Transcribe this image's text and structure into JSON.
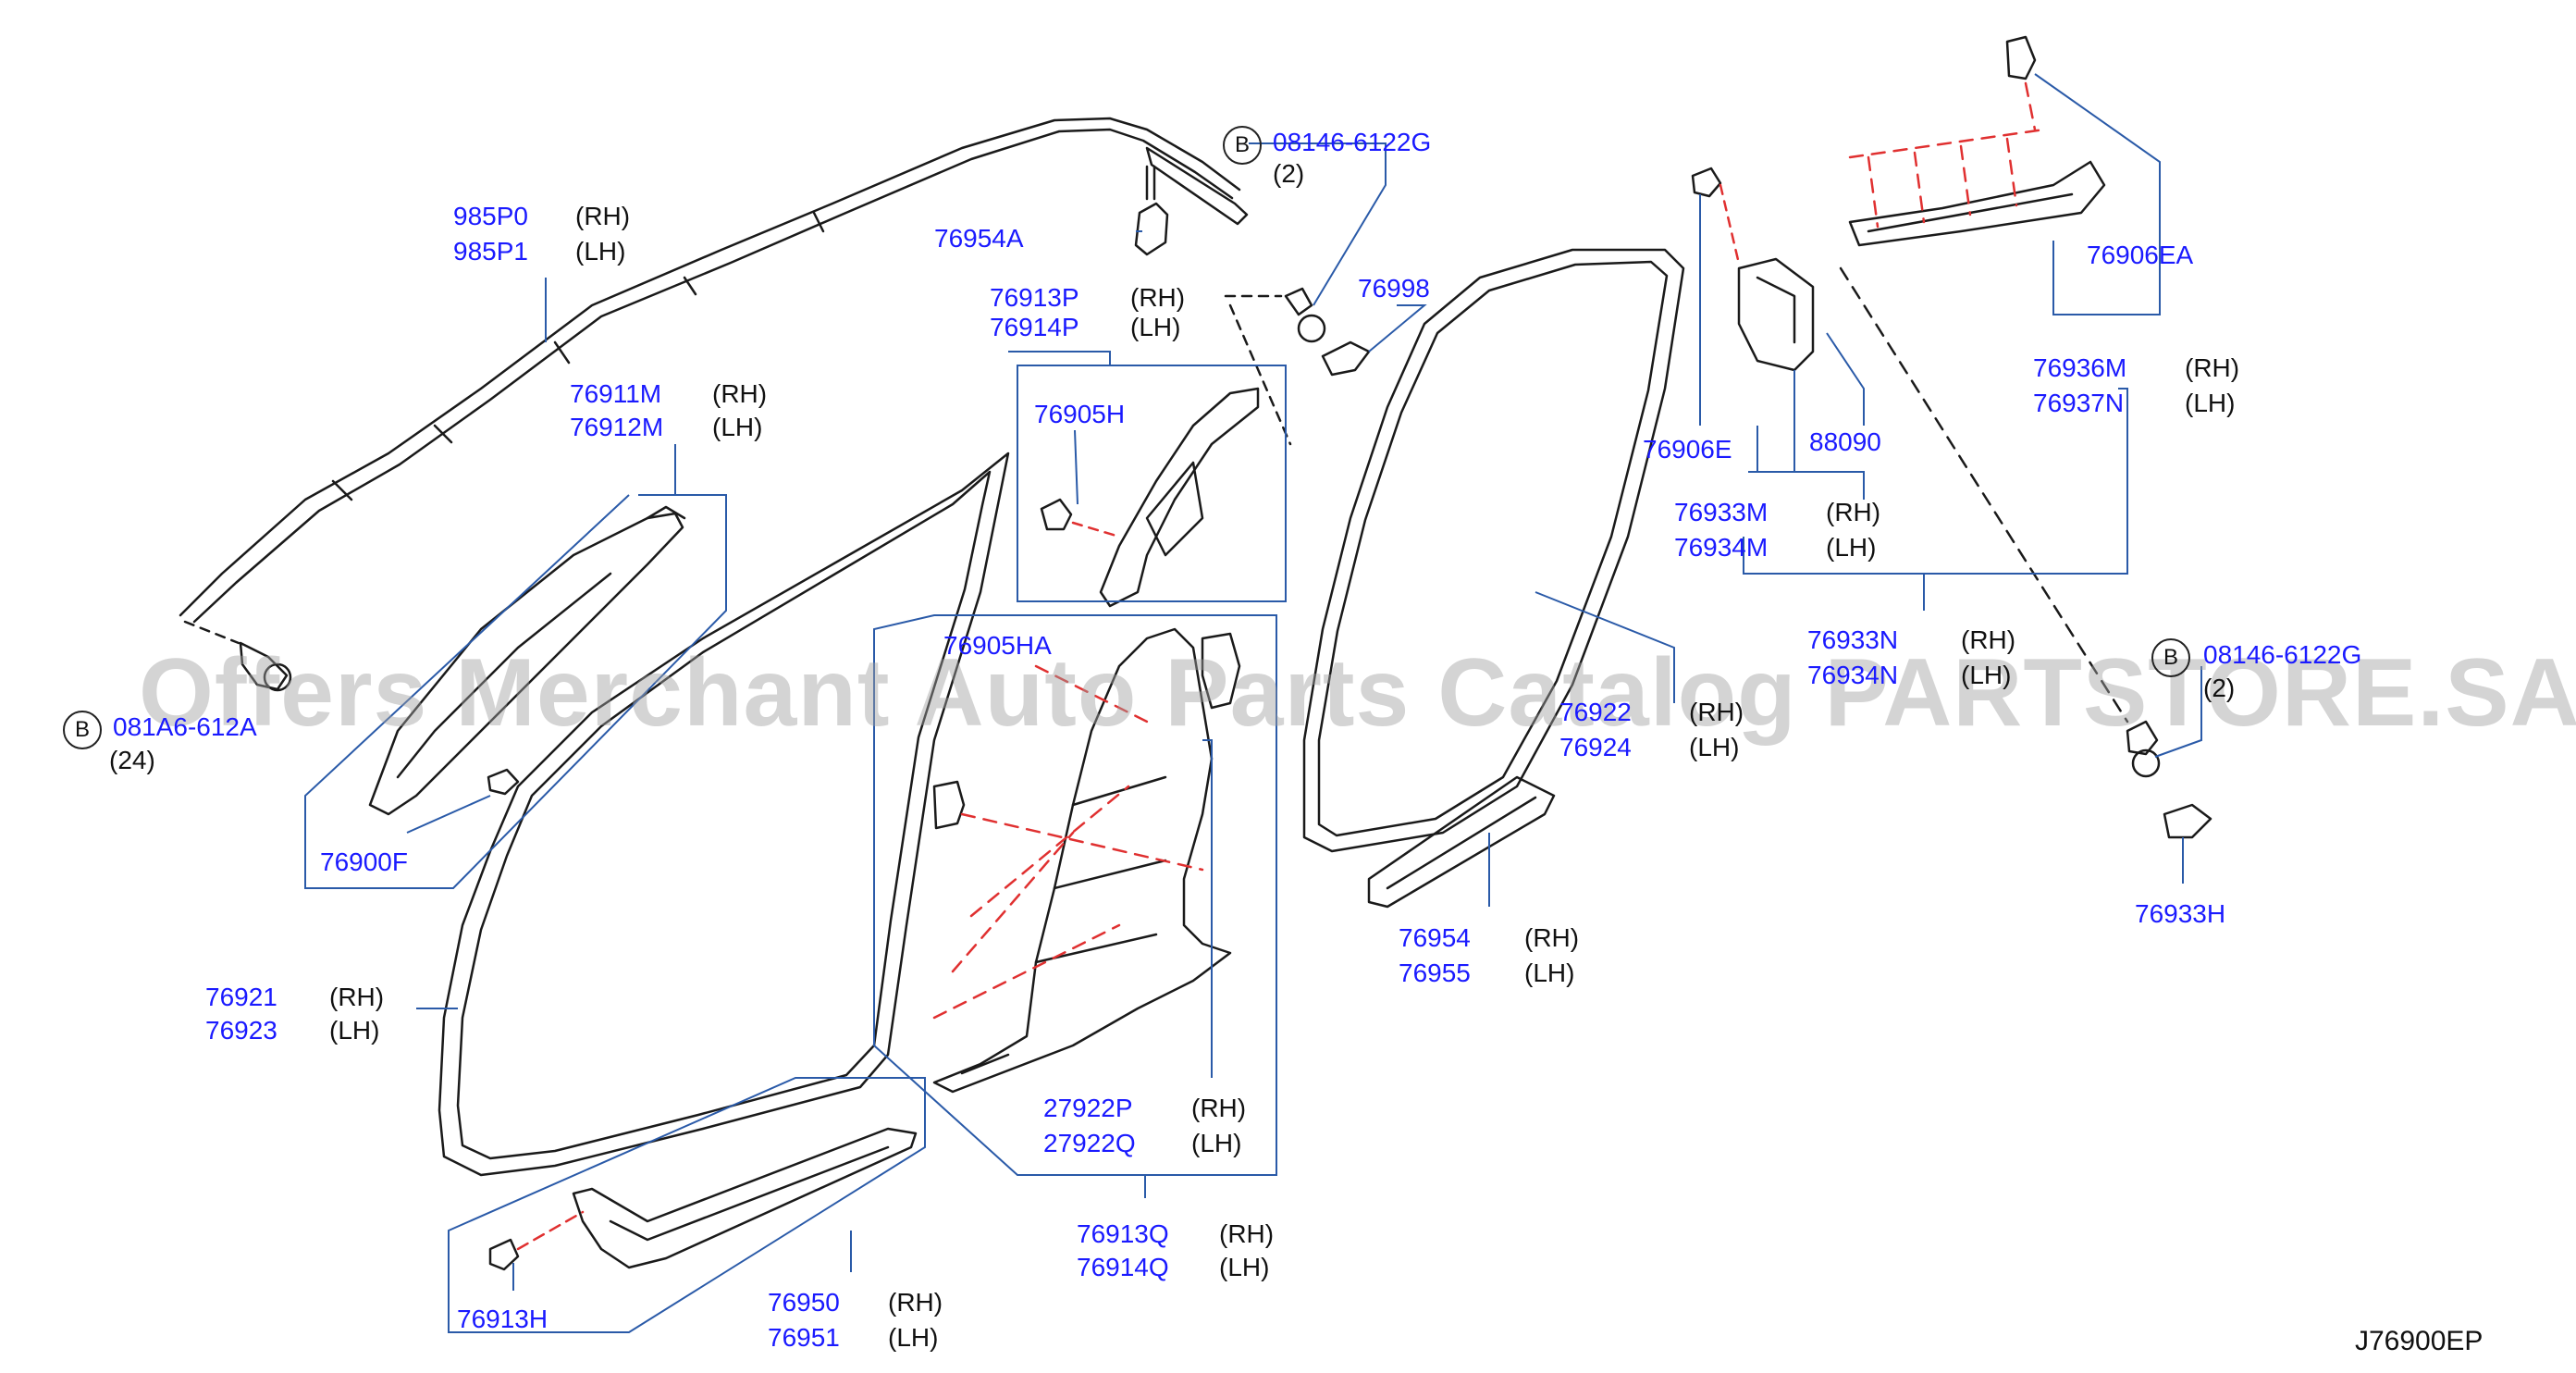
{
  "watermark": "Offers Merchant Auto Parts Catalog PARTSTORE.SA",
  "diagram_code": "J76900EP",
  "bolt_marker": "B",
  "labels": {
    "p985P0": "985P0",
    "p985P1": "985P1",
    "p76954A": "76954A",
    "b1_part": "08146-6122G",
    "b1_qty": "(2)",
    "p76913P": "76913P",
    "p76914P": "76914P",
    "p76998": "76998",
    "p76905H": "76905H",
    "p76911M": "76911M",
    "p76912M": "76912M",
    "b2_part": "081A6-612A",
    "b2_qty": "(24)",
    "p76900F": "76900F",
    "p76905HA": "76905HA",
    "p27922P": "27922P",
    "p27922Q": "27922Q",
    "p76913Q": "76913Q",
    "p76914Q": "76914Q",
    "p76921": "76921",
    "p76923": "76923",
    "p76950": "76950",
    "p76951": "76951",
    "p76913H": "76913H",
    "p76922": "76922",
    "p76924": "76924",
    "p76954": "76954",
    "p76955": "76955",
    "p76906E": "76906E",
    "p88090": "88090",
    "p76933M": "76933M",
    "p76934M": "76934M",
    "p76906EA": "76906EA",
    "p76936M": "76936M",
    "p76937N": "76937N",
    "p76933N": "76933N",
    "p76934N": "76934N",
    "b3_part": "08146-6122G",
    "b3_qty": "(2)",
    "p76933H": "76933H",
    "rh": "(RH)",
    "lh": "(LH)"
  },
  "colors": {
    "part_number": "#1a1aff",
    "leader_line": "#2a5aa8",
    "dash_line": "#e03030",
    "outline": "#1a1a1a",
    "watermark": "#a0a0a0"
  }
}
